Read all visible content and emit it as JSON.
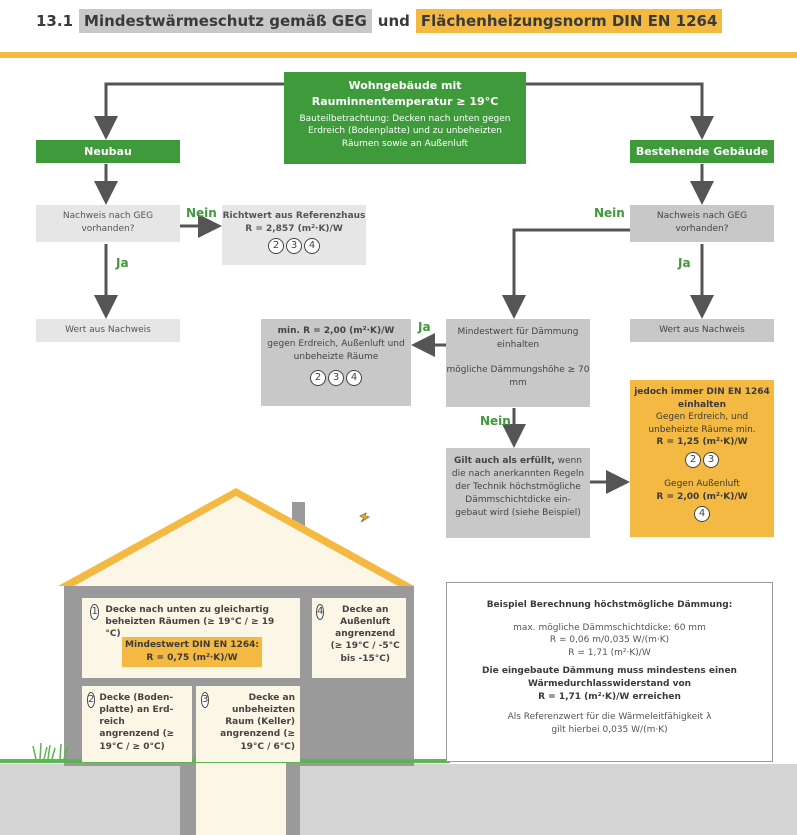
{
  "header": {
    "number": "13.1",
    "part1": "Mindestwärmeschutz gemäß GEG",
    "connector": "und",
    "part2": "Flächenheizungsnorm DIN EN 1264"
  },
  "top_box": {
    "title_line1": "Wohngebäude mit",
    "title_line2": "Rauminnentemperatur ≥ 19°C",
    "description": "Bauteilbetrachtung: Decken nach unten gegen Erdreich (Bodenplatte) und zu unbeheizten Räumen sowie an Außenluft"
  },
  "branches": {
    "new": "Neubau",
    "existing": "Bestehende Gebäude"
  },
  "left_flow": {
    "nachweis": "Nachweis nach GEG vorhanden?",
    "nein": "Nein",
    "ja": "Ja",
    "richtwert_title": "Richtwert aus Referenzhaus",
    "richtwert_value": "R = 2,857 (m²·K)/W",
    "richtwert_refs": [
      "2",
      "3",
      "4"
    ],
    "wert": "Wert aus Nachweis"
  },
  "right_flow": {
    "nachweis": "Nachweis nach GEG vorhanden?",
    "nein": "Nein",
    "ja": "Ja",
    "wert": "Wert aus Nachweis",
    "mindest_line1": "Mindestwert für Dämmung einhalten",
    "mindest_line2": "mögliche Dämmungshöhe ≥ 70 mm",
    "ja2": "Ja",
    "nein2": "Nein",
    "min2_value": "min. R = 2,00 (m²·K)/W",
    "min2_desc": "gegen Erdreich, Außenluft und unbeheizte Räume",
    "min2_refs": [
      "2",
      "3",
      "4"
    ],
    "gilt_bold": "Gilt auch als erfüllt,",
    "gilt_text": " wenn die nach anerkannten Regeln der Technik höchstmögliche Dämmschichtdicke ein-gebaut wird (siehe Beispiel)",
    "jedoch_title": "jedoch immer DIN EN 1264 einhalten",
    "jedoch_text1": "Gegen Erdreich, und unbeheizte Räume min.",
    "jedoch_value1": "R = 1,25 (m²·K)/W",
    "jedoch_refs1": [
      "2",
      "3"
    ],
    "jedoch_text2": "Gegen Außenluft",
    "jedoch_value2": "R = 2,00 (m²·K)/W",
    "jedoch_refs2": [
      "4"
    ]
  },
  "house": {
    "p1_num": "1",
    "p1_text": "Decke nach unten zu gleichartig beheizten Räumen (≥ 19°C / ≥ 19 °C)",
    "p1_min_title": "Mindestwert DIN EN 1264:",
    "p1_min_value": "R = 0,75 (m²·K)/W",
    "p2_num": "2",
    "p2_text": "Decke (Boden-platte) an Erd-reich angrenzend (≥ 19°C / ≥ 0°C)",
    "p3_num": "3",
    "p3_text": "Decke an unbeheizten Raum (Keller) angrenzend (≥ 19°C / 6°C)",
    "p4_num": "4",
    "p4_text": "Decke an Außenluft angrenzend",
    "p4_temp": "(≥ 19°C / -5°C bis -15°C)"
  },
  "example": {
    "title": "Beispiel Berechnung höchstmögliche Dämmung:",
    "line1": "max. mögliche Dämmschichtdicke: 60 mm",
    "line2": "R = 0,06 m/0,035 W/(m·K)",
    "line3": "R = 1,71 (m²·K)/W",
    "bold1": "Die eingebaute Dämmung muss mindestens einen Wärmedurchlasswiderstand von",
    "bold2": "R = 1,71 (m²·K)/W erreichen",
    "ref1": "Als Referenzwert für die Wärmeleitfähigkeit λ",
    "ref2": "gilt hierbei 0,035 W/(m·K)"
  },
  "colors": {
    "green": "#3e9a3a",
    "orange": "#f4b942",
    "light_gray": "#e6e6e6",
    "dark_gray": "#c8c8c8",
    "arrow": "#555555"
  }
}
